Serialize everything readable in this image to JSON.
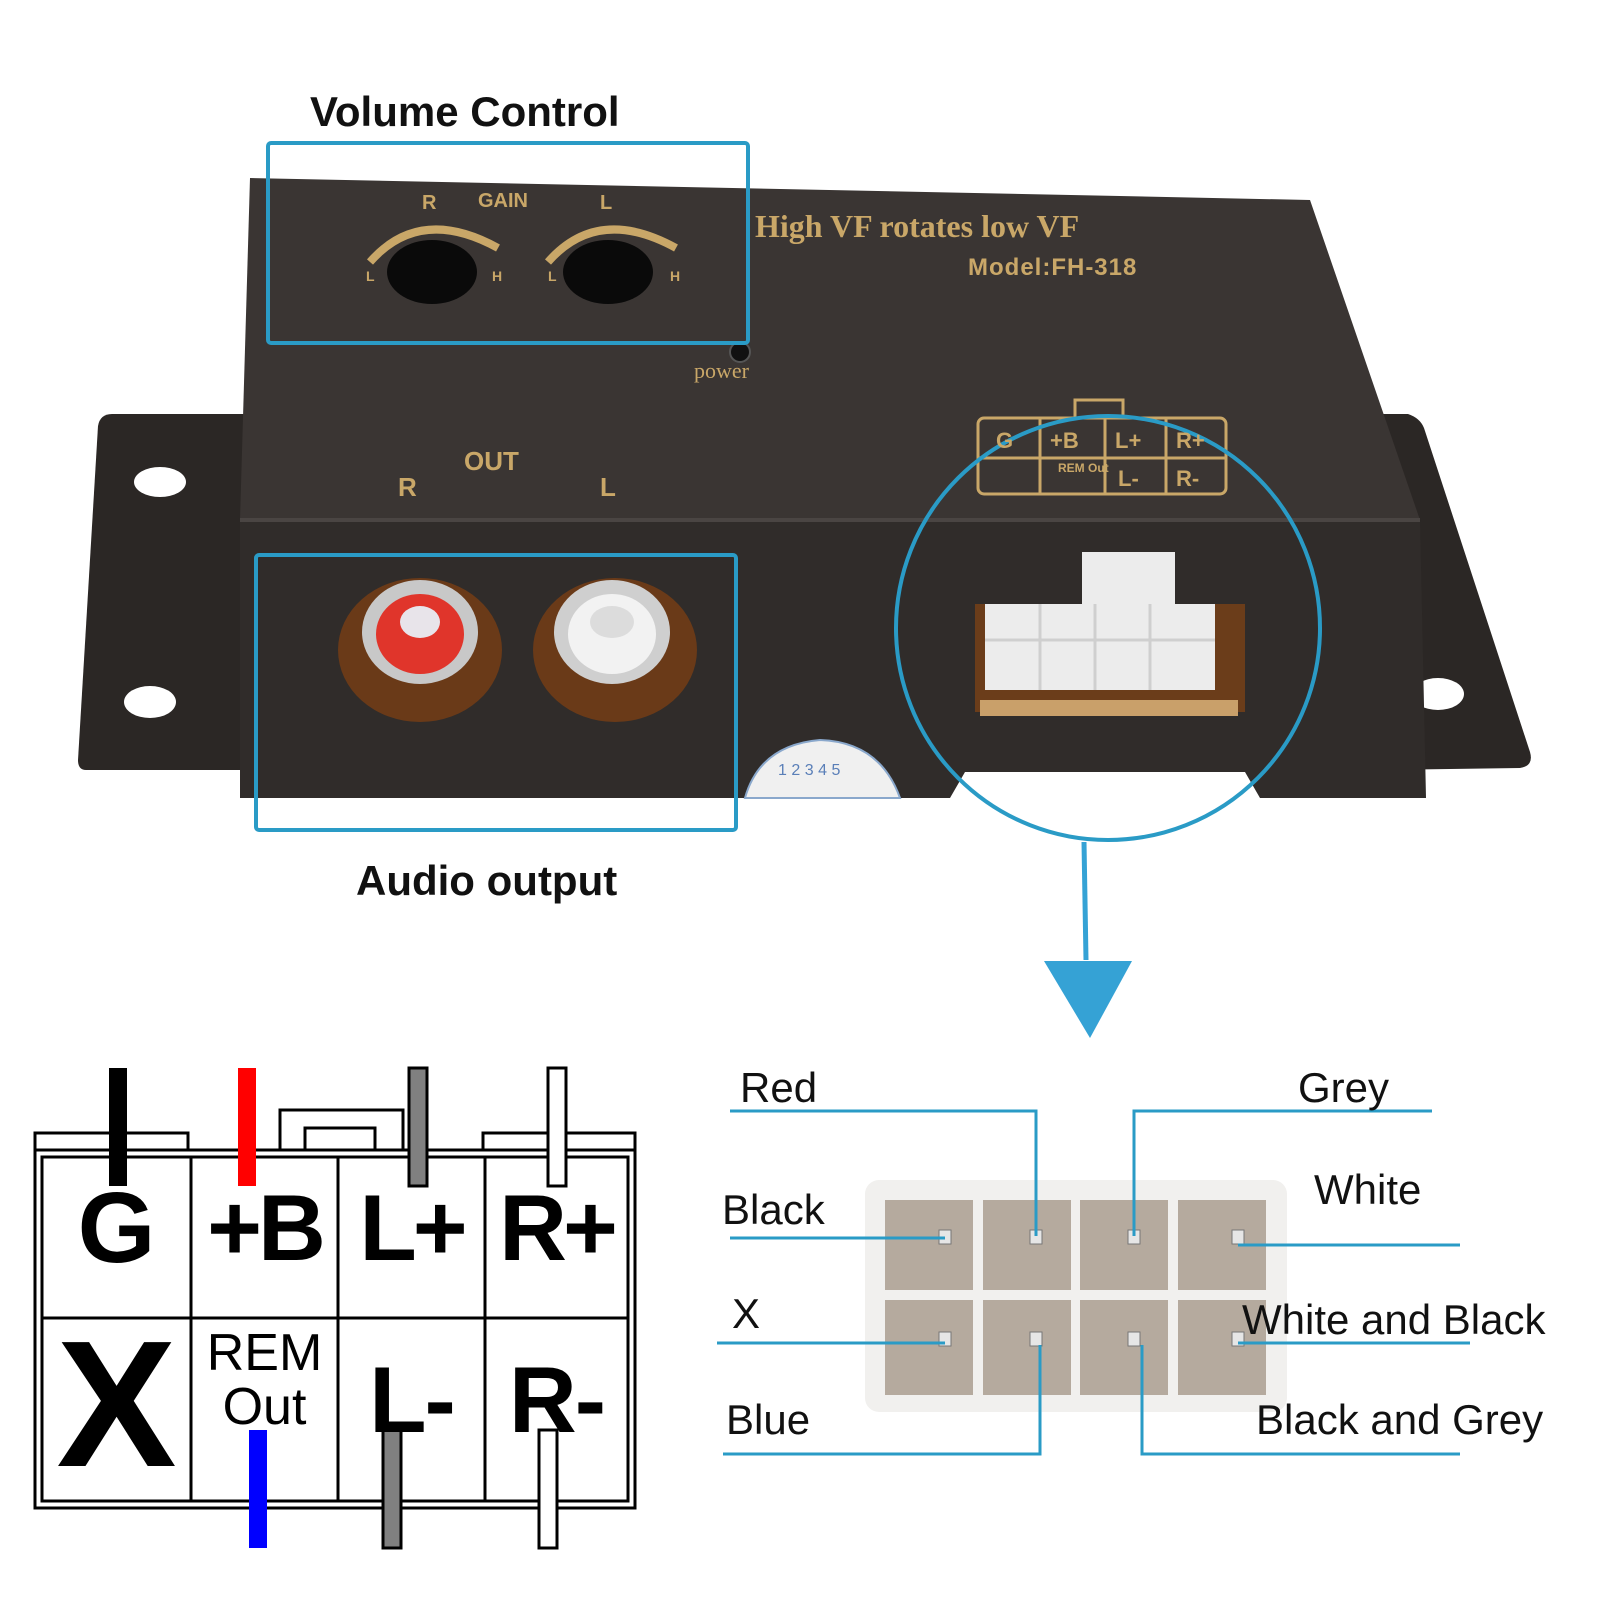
{
  "callouts": {
    "volume_control": "Volume Control",
    "audio_output": "Audio output"
  },
  "device": {
    "gain_title": "GAIN",
    "gain_r": "R",
    "gain_l": "L",
    "knob_low": "L",
    "knob_high": "H",
    "tagline": "High VF rotates low VF",
    "model": "Model:FH-318",
    "power_label": "power",
    "out_label": "OUT",
    "out_r": "R",
    "out_l": "L",
    "silk_pins": [
      "G",
      "+B",
      "L+",
      "R+",
      "",
      "REM Out",
      "L-",
      "R-"
    ],
    "sticker_numbers": [
      "1",
      "2",
      "3",
      "4",
      "5"
    ],
    "rca_jacks": [
      {
        "channel": "R",
        "color": "#e0352b"
      },
      {
        "channel": "L",
        "color": "#f2f2f2"
      }
    ]
  },
  "pin_diagram": {
    "top_row": [
      {
        "label": "G",
        "wire_color": "#000000"
      },
      {
        "label": "+B",
        "wire_color": "#ff0000"
      },
      {
        "label": "L+",
        "wire_color": "#808080"
      },
      {
        "label": "R+",
        "wire_color": "#ffffff"
      }
    ],
    "bottom_row": [
      {
        "label": "X",
        "wire_color": null
      },
      {
        "label_line1": "REM",
        "label_line2": "Out",
        "wire_color": "#0000ff"
      },
      {
        "label": "L-",
        "wire_color": "#808080"
      },
      {
        "label": "R-",
        "wire_color": "#ffffff"
      }
    ]
  },
  "connector_labels": {
    "left": [
      "Red",
      "Black",
      "X",
      "Blue"
    ],
    "right": [
      "Grey",
      "White",
      "White and Black",
      "Black and Grey"
    ]
  },
  "colors": {
    "accent": "#2a9bc6",
    "arrow": "#35a2d5",
    "device_body": "#36312f",
    "silkscreen_gold": "#c9a768"
  }
}
